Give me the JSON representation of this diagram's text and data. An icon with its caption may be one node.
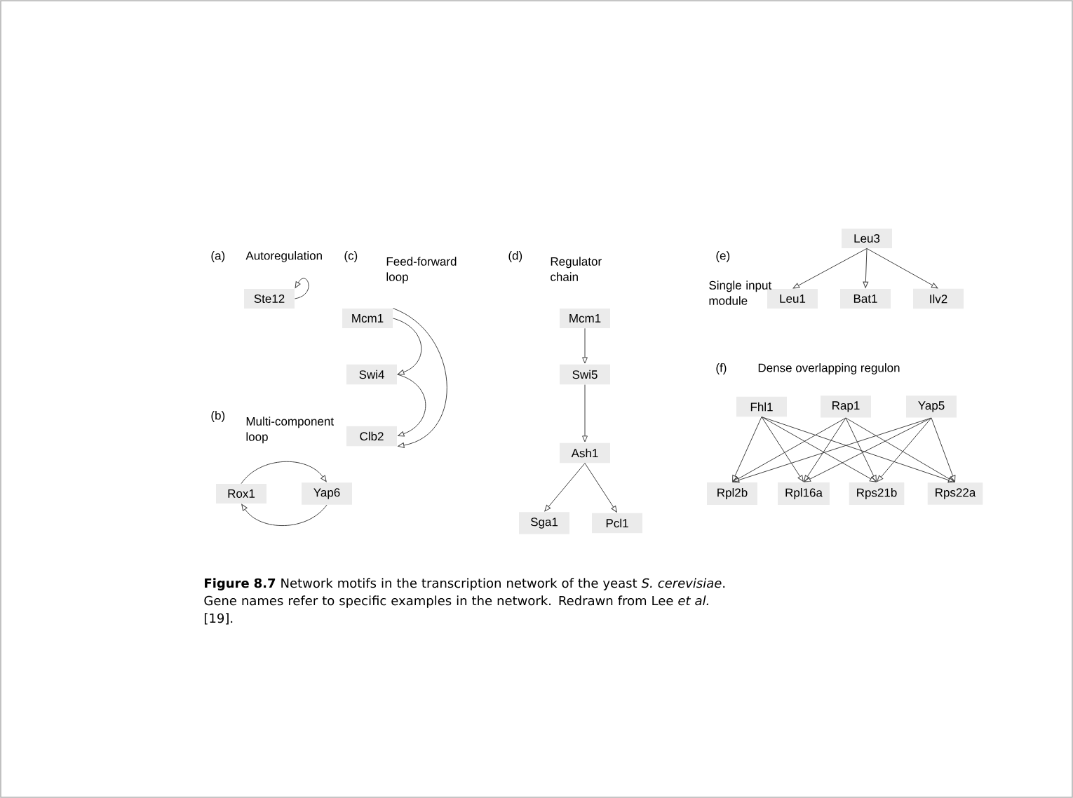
{
  "diagram": {
    "caption": "**Figure 8.7** Network motifs in the transcription network of the yeast *S. cerevisiae*. Gene names refer to specific examples in the network. Redrawn from Lee *et al.* [19].",
    "nodes": [
      {
        "text": [
          "Ste12"
        ]
      },
      {
        "text": [
          "Rox1"
        ]
      },
      {
        "text": [
          "Yap6"
        ]
      },
      {
        "text": [
          "Mcm1"
        ]
      },
      {
        "text": [
          "Swi4"
        ]
      },
      {
        "text": [
          "Clb2"
        ]
      },
      {
        "text": [
          "Mcm1"
        ]
      },
      {
        "text": [
          "Swi5"
        ]
      },
      {
        "text": [
          "Ash1"
        ]
      },
      {
        "text": [
          "Sga1"
        ]
      },
      {
        "text": [
          "Pcl1"
        ]
      },
      {
        "text": [
          "Leu3"
        ]
      },
      {
        "text": [
          "Leu1"
        ]
      },
      {
        "text": [
          "Bat1"
        ]
      },
      {
        "text": [
          "Ilv2"
        ]
      },
      {
        "text": [
          "Fhl1"
        ]
      },
      {
        "text": [
          "Rap1"
        ]
      },
      {
        "text": [
          "Yap5"
        ]
      },
      {
        "text": [
          "Rpl2b"
        ]
      },
      {
        "text": [
          "Rpl16a"
        ]
      },
      {
        "text": [
          "Rps21b"
        ]
      },
      {
        "text": [
          "Rps22a"
        ]
      }
    ],
    "edges": [
      {
        "from": 0,
        "to": 0,
        "arrow": "to"
      },
      {
        "from": 1,
        "to": 2,
        "arrow": "to"
      },
      {
        "from": 2,
        "to": 1,
        "arrow": "to"
      },
      {
        "from": 3,
        "to": 4,
        "arrow": "to"
      },
      {
        "from": 4,
        "to": 5,
        "arrow": "to"
      },
      {
        "from": 3,
        "to": 5,
        "arrow": "to"
      },
      {
        "from": 6,
        "to": 7,
        "arrow": "to"
      },
      {
        "from": 7,
        "to": 8,
        "arrow": "to"
      },
      {
        "from": 8,
        "to": 9,
        "arrow": "to"
      },
      {
        "from": 8,
        "to": 10,
        "arrow": "to"
      },
      {
        "from": 11,
        "to": 12,
        "arrow": "to"
      },
      {
        "from": 11,
        "to": 13,
        "arrow": "to"
      },
      {
        "from": 11,
        "to": 14,
        "arrow": "to"
      },
      {
        "from": 15,
        "to": 18,
        "arrow": "to"
      },
      {
        "from": 15,
        "to": 19,
        "arrow": "to"
      },
      {
        "from": 15,
        "to": 20,
        "arrow": "to"
      },
      {
        "from": 15,
        "to": 21,
        "arrow": "to"
      },
      {
        "from": 16,
        "to": 18,
        "arrow": "to"
      },
      {
        "from": 16,
        "to": 19,
        "arrow": "to"
      },
      {
        "from": 16,
        "to": 20,
        "arrow": "to"
      },
      {
        "from": 16,
        "to": 21,
        "arrow": "to"
      },
      {
        "from": 17,
        "to": 18,
        "arrow": "to"
      },
      {
        "from": 17,
        "to": 19,
        "arrow": "to"
      },
      {
        "from": 17,
        "to": 20,
        "arrow": "to"
      },
      {
        "from": 17,
        "to": 21,
        "arrow": "to"
      }
    ],
    "labels": [
      "(a)",
      "Autoregulation",
      "(b)",
      "Multi-component loop",
      "(c)",
      "Feed-forward loop",
      "(d)",
      "Regulator chain",
      "(e)",
      "Single input module",
      "(f)",
      "Dense overlapping regulon"
    ]
  }
}
